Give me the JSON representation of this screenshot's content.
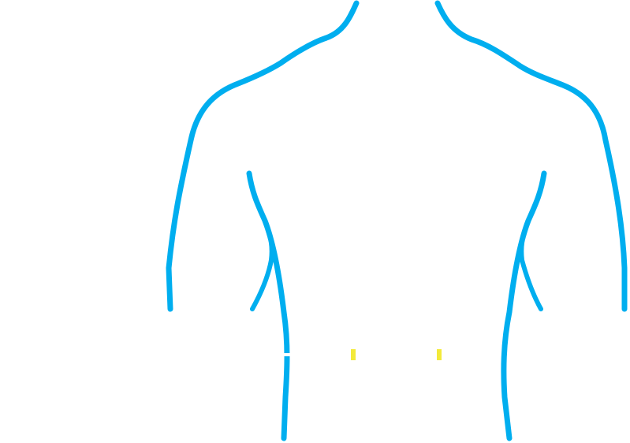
{
  "figure": {
    "background": "#ffffff",
    "outline_color": "#00aeef",
    "marker_color": "#f3ea3a",
    "gap_color": "#ffffff",
    "parts": [
      "neck-left",
      "neck-right",
      "shoulder-left",
      "shoulder-right",
      "arm-left",
      "arm-right",
      "torso-left",
      "torso-right"
    ],
    "markers": [
      "marker-left",
      "marker-right"
    ]
  }
}
